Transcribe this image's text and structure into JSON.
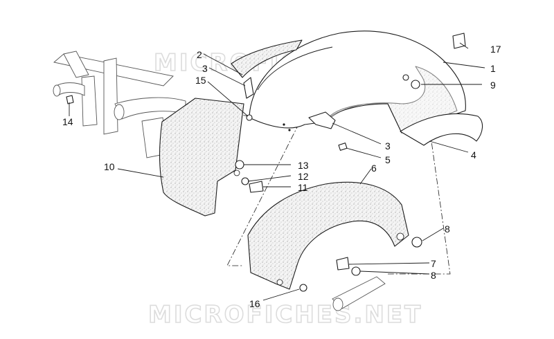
{
  "watermark": {
    "top": "MICROFICHES.NET",
    "bottom": "MICROFICHES.NET"
  },
  "callouts": [
    {
      "id": "c1",
      "label": "1"
    },
    {
      "id": "c2",
      "label": "2"
    },
    {
      "id": "c3a",
      "label": "3"
    },
    {
      "id": "c3b",
      "label": "3"
    },
    {
      "id": "c4",
      "label": "4"
    },
    {
      "id": "c5",
      "label": "5"
    },
    {
      "id": "c6",
      "label": "6"
    },
    {
      "id": "c7",
      "label": "7"
    },
    {
      "id": "c8a",
      "label": "8"
    },
    {
      "id": "c8b",
      "label": "8"
    },
    {
      "id": "c9",
      "label": "9"
    },
    {
      "id": "c10",
      "label": "10"
    },
    {
      "id": "c11",
      "label": "11"
    },
    {
      "id": "c12",
      "label": "12"
    },
    {
      "id": "c13",
      "label": "13"
    },
    {
      "id": "c14",
      "label": "14"
    },
    {
      "id": "c15",
      "label": "15"
    },
    {
      "id": "c16",
      "label": "16"
    },
    {
      "id": "c17",
      "label": "17"
    }
  ]
}
